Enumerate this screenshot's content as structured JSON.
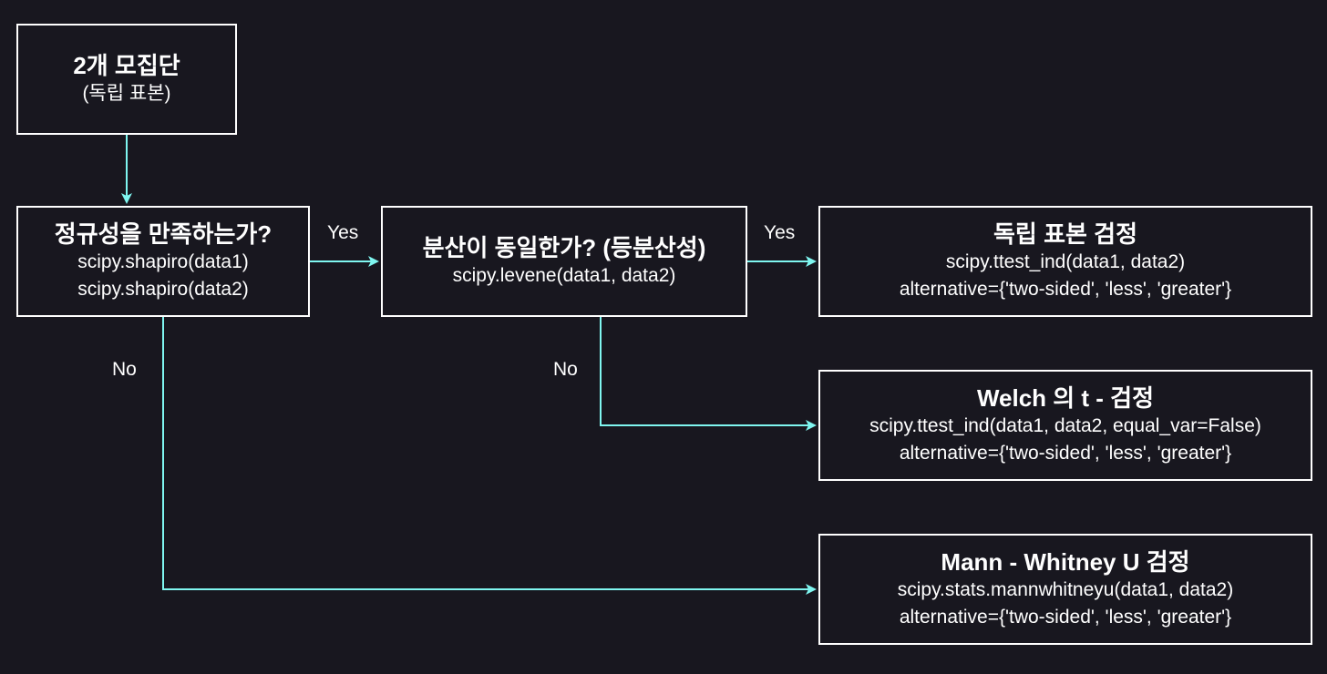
{
  "colors": {
    "background": "#18171f",
    "node_border": "#ffffff",
    "text": "#ffffff",
    "edge": "#7ff6f0"
  },
  "nodes": {
    "start": {
      "title": "2개 모집단",
      "lines": [
        "(독립 표본)"
      ]
    },
    "normality": {
      "title": "정규성을 만족하는가?",
      "lines": [
        "scipy.shapiro(data1)",
        "scipy.shapiro(data2)"
      ]
    },
    "variance": {
      "title": "분산이 동일한가? (등분산성)",
      "lines": [
        "scipy.levene(data1, data2)"
      ]
    },
    "ttest": {
      "title": "독립 표본 검정",
      "lines": [
        "scipy.ttest_ind(data1, data2)",
        "alternative={'two-sided', 'less', 'greater'}"
      ]
    },
    "welch": {
      "title": "Welch 의 t - 검정",
      "lines": [
        "scipy.ttest_ind(data1, data2, equal_var=False)",
        "alternative={'two-sided', 'less', 'greater'}"
      ]
    },
    "mannwhitney": {
      "title": "Mann - Whitney U 검정",
      "lines": [
        "scipy.stats.mannwhitneyu(data1, data2)",
        "alternative={'two-sided', 'less', 'greater'}"
      ]
    }
  },
  "edges": {
    "normality_yes": "Yes",
    "variance_yes": "Yes",
    "variance_no": "No",
    "normality_no": "No"
  }
}
